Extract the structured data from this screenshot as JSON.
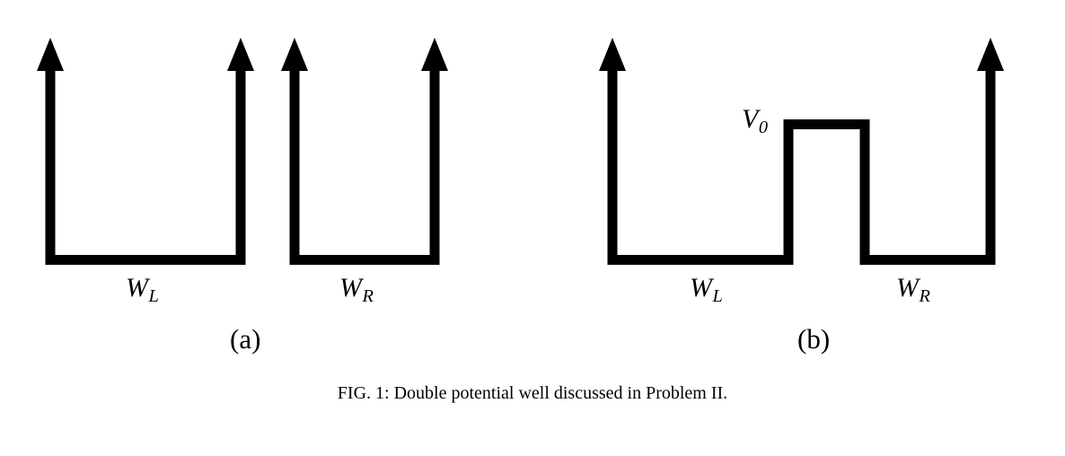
{
  "figure": {
    "caption": "FIG. 1: Double potential well discussed in Problem II.",
    "background_color": "#ffffff",
    "stroke_color": "#000000",
    "panels": [
      {
        "id": "a",
        "label": "(a)",
        "description": "Two separate infinite square wells of widths W_L and W_R with an impenetrable region between them",
        "labels": {
          "left_well_width": "W",
          "left_well_width_sub": "L",
          "right_well_width": "W",
          "right_well_width_sub": "R"
        }
      },
      {
        "id": "b",
        "label": "(b)",
        "description": "Two wells of widths W_L and W_R separated by a finite barrier of height V_0",
        "labels": {
          "left_well_width": "W",
          "left_well_width_sub": "L",
          "right_well_width": "W",
          "right_well_width_sub": "R",
          "barrier_height": "V",
          "barrier_height_sub": "0"
        }
      }
    ]
  },
  "chart_data": {
    "type": "line",
    "title": "Double potential well discussed in Problem II.",
    "xlabel": "",
    "ylabel": "",
    "grid": false,
    "legend": "none",
    "annotations": [
      "W_L",
      "W_R",
      "V_0",
      "(a)",
      "(b)"
    ],
    "panels": [
      {
        "name": "(a)",
        "series": [
          {
            "name": "left-well-potential",
            "points": [
              [
                56,
                42
              ],
              [
                56,
                295
              ],
              [
                268,
                295
              ],
              [
                268,
                42
              ]
            ],
            "arrow_ends": [
              "top-left",
              "top-right"
            ]
          },
          {
            "name": "right-well-potential",
            "points": [
              [
                328,
                42
              ],
              [
                328,
                295
              ],
              [
                484,
                295
              ],
              [
                484,
                42
              ]
            ],
            "arrow_ends": [
              "top-left",
              "top-right"
            ]
          }
        ]
      },
      {
        "name": "(b)",
        "series": [
          {
            "name": "double-well-potential",
            "points": [
              [
                682,
                42
              ],
              [
                682,
                295
              ],
              [
                878,
                295
              ],
              [
                878,
                138
              ],
              [
                963,
                138
              ],
              [
                963,
                295
              ],
              [
                1103,
                295
              ],
              [
                1103,
                42
              ]
            ],
            "arrow_ends": [
              "top-left",
              "top-right"
            ],
            "barrier_top_y": 138,
            "barrier_left_x": 878,
            "barrier_right_x": 963
          }
        ]
      }
    ]
  },
  "geometry": {
    "stroke_width": 11,
    "arrow_head_width": 30,
    "arrow_head_length": 36,
    "baseline_y": 295,
    "arrow_tip_y": 42
  }
}
